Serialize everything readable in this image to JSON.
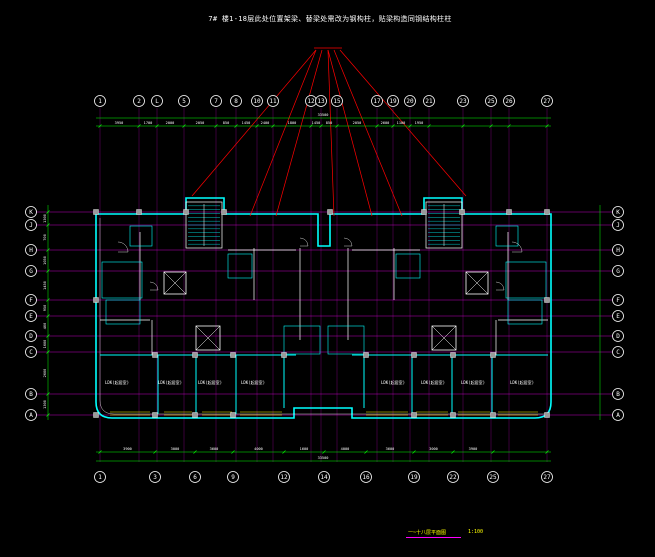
{
  "drawing": {
    "annotation": "7# 楼1-18层此处位置架梁、替梁处需改为钢构柱，贴梁构造同钢结构柱柱",
    "plan_title": "一~十八层平面图",
    "plan_scale": "1:100",
    "colors": {
      "background": "#000000",
      "axis_bubble": "#ffffff",
      "grid_line": "#ff00ff",
      "dimension": "#00ff00",
      "wall": "#00ffff",
      "leader": "#ff0000",
      "text": "#ffffff",
      "title": "#ffff00"
    }
  },
  "axes": {
    "top": [
      "1",
      "2",
      "L",
      "5",
      "7",
      "8",
      "10",
      "11",
      "12",
      "13",
      "15",
      "17",
      "19",
      "20",
      "21",
      "23",
      "25",
      "26",
      "27"
    ],
    "bottom": [
      "1",
      "3",
      "6",
      "9",
      "12",
      "14",
      "16",
      "19",
      "22",
      "25",
      "27"
    ],
    "left": [
      "K",
      "J",
      "H",
      "G",
      "F",
      "E",
      "D",
      "C",
      "B",
      "A"
    ],
    "right": [
      "K",
      "J",
      "H",
      "G",
      "F",
      "E",
      "D",
      "C",
      "B",
      "A"
    ]
  },
  "dimensions": {
    "top_overall": "33500",
    "top_segments": [
      "3950",
      "1700",
      "2000",
      "2050",
      "850",
      "1450",
      "2400",
      "1800",
      "1450",
      "850",
      "2050",
      "2600",
      "1100",
      "1950"
    ],
    "bottom_overall": "33500",
    "bottom_segments": [
      "3900",
      "3000",
      "3600",
      "4000",
      "1600",
      "4000",
      "3600",
      "3000",
      "3900"
    ],
    "left_segments": [
      "1300",
      "700",
      "1050",
      "1450",
      "950",
      "400",
      "1600",
      "2600",
      "1300",
      "850"
    ]
  },
  "rooms": [
    "LDK(起居室)",
    "LDK(起居室)",
    "LDK(起居室)",
    "LDK(起居室)",
    "LDK(起居室)",
    "LDK(起居室)",
    "LDK(起居室)",
    "LDK(起居室)"
  ]
}
